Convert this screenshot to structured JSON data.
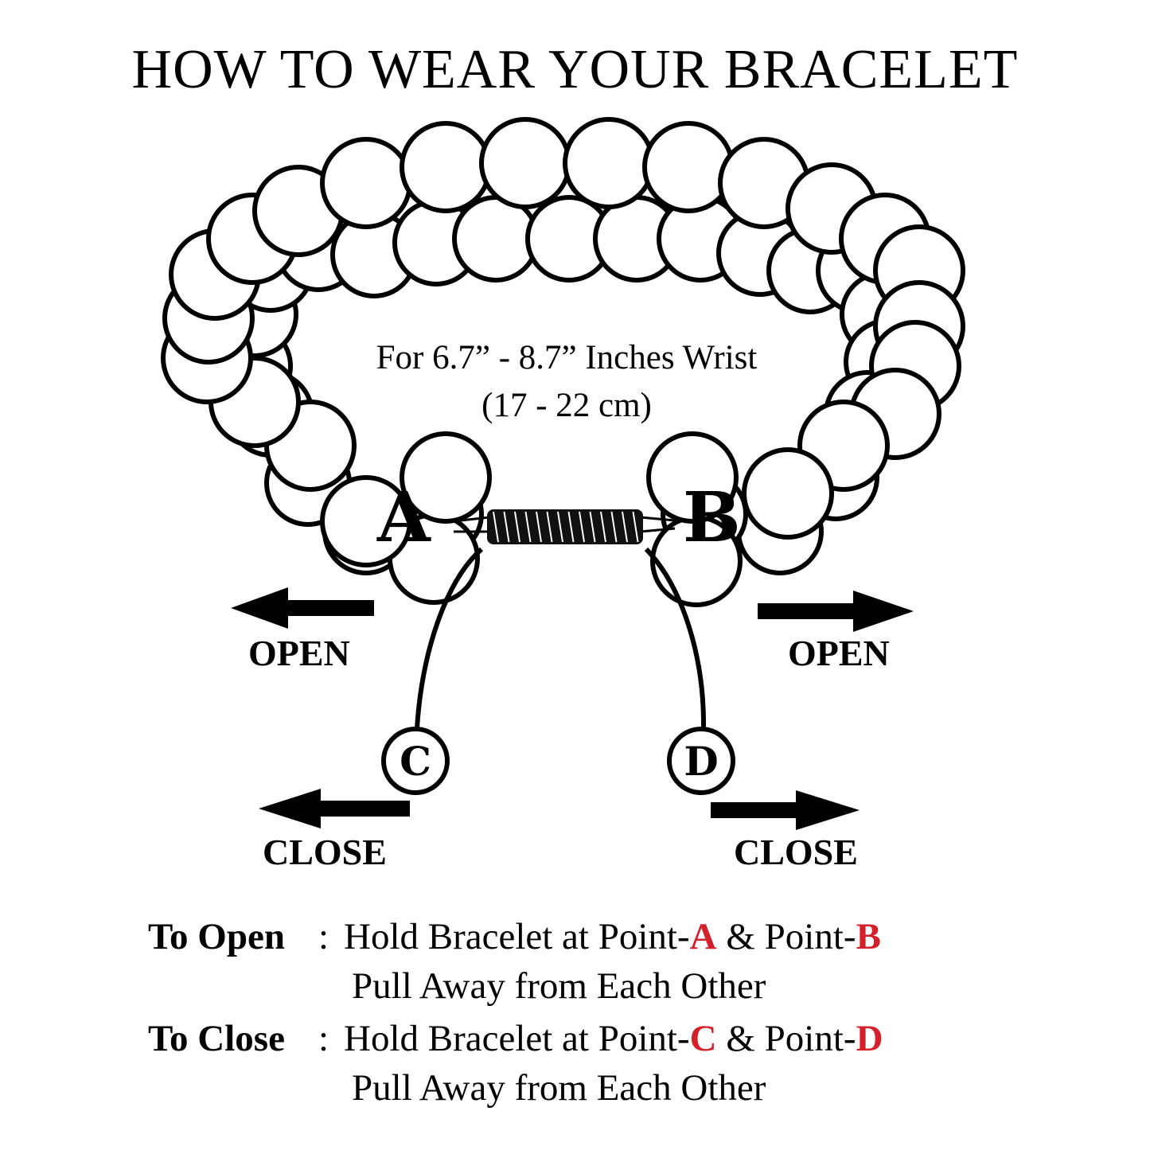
{
  "title": "HOW TO WEAR YOUR BRACELET",
  "wrist_size": {
    "line1": "For 6.7” - 8.7” Inches Wrist",
    "line2": "(17 - 22 cm)"
  },
  "points": {
    "a": "A",
    "b": "B",
    "c": "C",
    "d": "D"
  },
  "directions": {
    "open_left": "OPEN",
    "open_right": "OPEN",
    "close_left": "CLOSE",
    "close_right": "CLOSE"
  },
  "instructions": {
    "open": {
      "lead": "To Open",
      "sep": ":",
      "text_before": "Hold Bracelet at Point-",
      "point1": "A",
      "middle": " & Point-",
      "point2": "B",
      "continuation": "Pull Away from Each Other"
    },
    "close": {
      "lead": "To Close",
      "sep": ":",
      "text_before": "Hold Bracelet at Point-",
      "point1": "C",
      "middle": " & Point-",
      "point2": "D",
      "continuation": "Pull Away from Each Other"
    }
  },
  "colors": {
    "highlight": "#d4202b",
    "ink": "#000000"
  }
}
